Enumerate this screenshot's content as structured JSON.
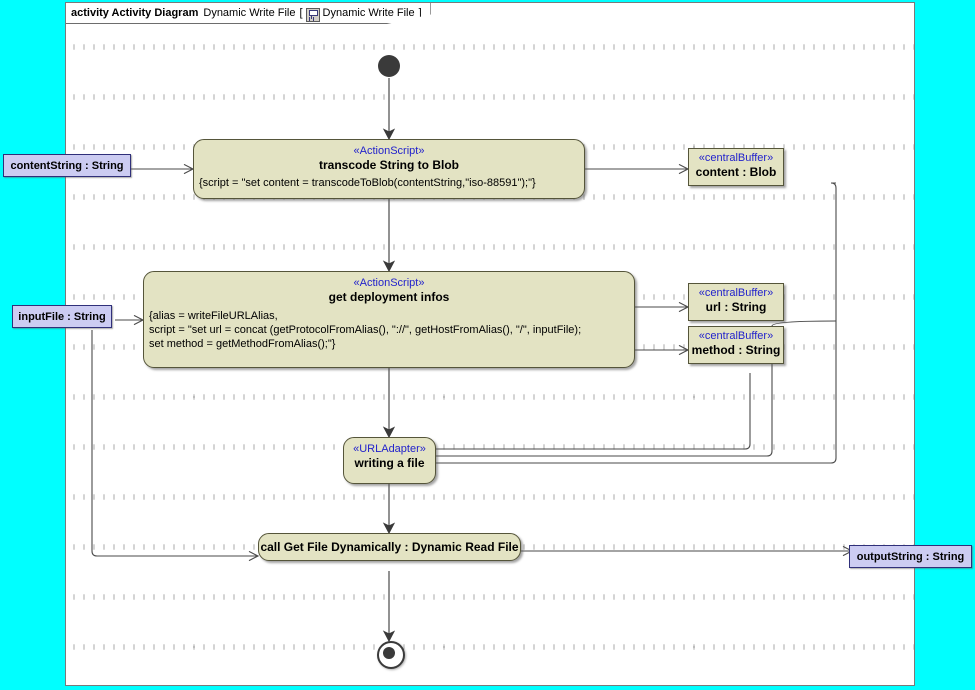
{
  "frame": {
    "keyword": "activity Activity Diagram",
    "name": "Dynamic Write File",
    "bracket_open": "[",
    "tab_label": "Dynamic Write File",
    "bracket_close": "]",
    "icon": "activity-diagram-icon"
  },
  "canvas": {
    "background": "#00ffff",
    "frame_background": "#ffffff",
    "node_fill": "#e3e3c3",
    "node_stroke": "#55553a",
    "param_fill": "#ccccf2",
    "param_stroke": "#30307a",
    "stereotype_color": "#2222cc",
    "edge_color": "#4a4a4a"
  },
  "nodes": {
    "initial": {
      "name": "initial-node"
    },
    "final": {
      "name": "activity-final-node"
    },
    "transcode": {
      "stereotype": "«ActionScript»",
      "title": "transcode String to Blob",
      "body": "{script = \"set content = transcodeToBlob(contentString,\"iso-88591\");\"}"
    },
    "deployment": {
      "stereotype": "«ActionScript»",
      "title": "get deployment infos",
      "body_line1": "{alias = writeFileURLAlias,",
      "body_line2": "script = \"set url = concat (getProtocolFromAlias(), \"://\", getHostFromAlias(), \"/\", inputFile);",
      "body_line3": "set method = getMethodFromAlias();\"}"
    },
    "adapter": {
      "stereotype": "«URLAdapter»",
      "title": "writing a file"
    },
    "call": {
      "title": "call Get File Dynamically : Dynamic Read File"
    }
  },
  "buffers": [
    {
      "stereotype": "«centralBuffer»",
      "label": "content : Blob"
    },
    {
      "stereotype": "«centralBuffer»",
      "label": "url : String"
    },
    {
      "stereotype": "«centralBuffer»",
      "label": "method : String"
    }
  ],
  "parameters": {
    "content_string": "contentString : String",
    "input_file": "inputFile : String",
    "output_string": "outputString : String"
  }
}
